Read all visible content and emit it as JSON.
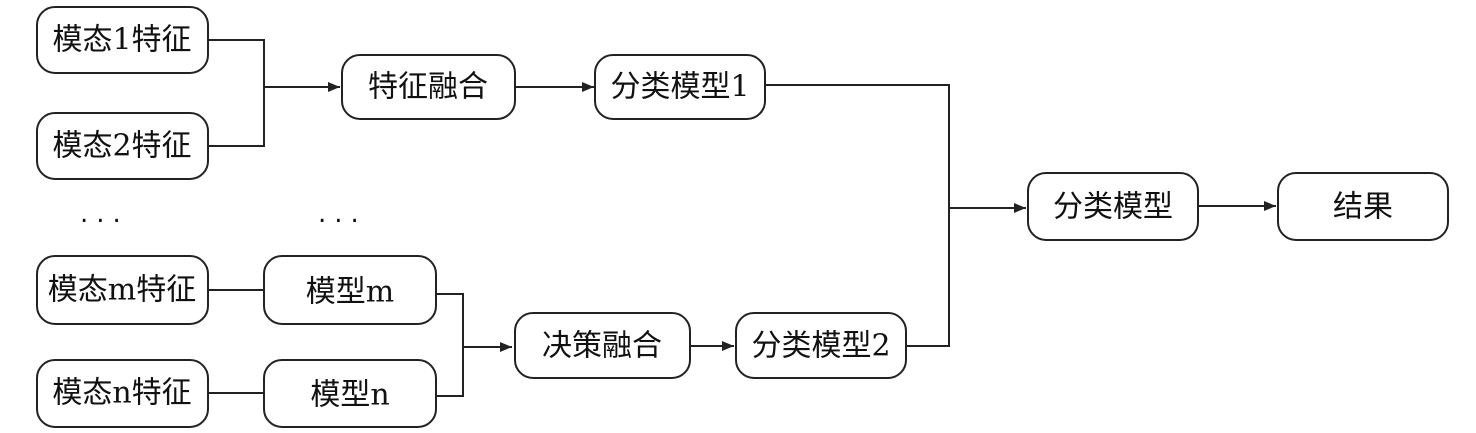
{
  "nodes": {
    "mod1": "模态1特征",
    "mod2": "模态2特征",
    "modm": "模态m特征",
    "modn": "模态n特征",
    "feature_fusion": "特征融合",
    "cls1": "分类模型1",
    "model_m": "模型m",
    "model_n": "模型n",
    "decision_fusion": "决策融合",
    "cls2": "分类模型2",
    "cls": "分类模型",
    "result": "结果"
  },
  "ellipsis": "..."
}
